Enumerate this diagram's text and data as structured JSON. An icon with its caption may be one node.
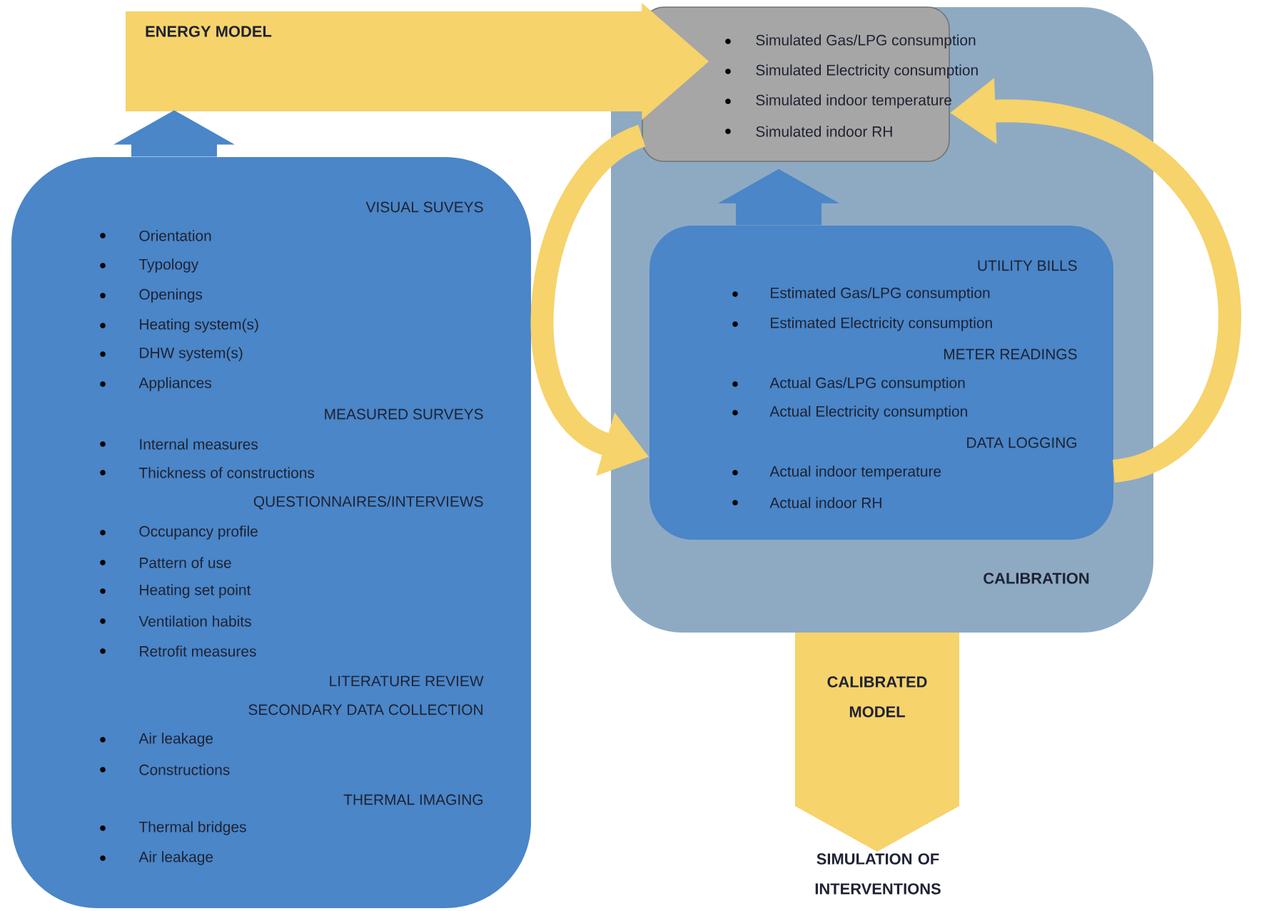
{
  "diagram": {
    "nodes": [
      {
        "text": [
          "ENERGY MODEL"
        ]
      },
      {
        "text": [
          "VISUAL SUVEYS",
          "Orientation",
          "Typology",
          "Openings",
          "Heating system(s)",
          "DHW system(s)",
          "Appliances",
          "MEASURED SURVEYS",
          "Internal measures",
          "Thickness of constructions",
          "QUESTIONNAIRES/INTERVIEWS",
          "Occupancy profile",
          "Pattern of use",
          "Heating set point",
          "Ventilation habits",
          "Retrofit measures",
          "LITERATURE REVIEW",
          "SECONDARY DATA COLLECTION",
          "Air leakage",
          "Constructions",
          "THERMAL IMAGING",
          "Thermal bridges",
          "Air leakage"
        ]
      },
      {
        "text": [
          "CALIBRATION"
        ]
      },
      {
        "text": [
          "Simulated Gas/LPG consumption",
          "Simulated Electricity consumption",
          "Simulated indoor temperature",
          "Simulated indoor RH"
        ],
        "in": 2
      },
      {
        "text": [
          "UTILITY BILLS",
          "Estimated Gas/LPG consumption",
          "Estimated Electricity consumption",
          "METER READINGS",
          "Actual Gas/LPG consumption",
          "Actual Electricity consumption",
          "DATA LOGGING",
          "Actual indoor temperature",
          "Actual indoor RH"
        ],
        "in": 2
      },
      {
        "text": [
          "CALIBRATED MODEL"
        ]
      },
      {
        "text": [
          "SIMULATION OF INTERVENTIONS"
        ]
      }
    ],
    "edges": [
      {
        "from": 0,
        "to": 3,
        "arrow": "to",
        "color": "#f6d36b"
      },
      {
        "from": 5,
        "to": 6,
        "arrow": "to",
        "color": "#f6d36b"
      },
      {
        "from": 1,
        "to": 0,
        "arrow": "to",
        "color": "#4a86c8"
      },
      {
        "from": 4,
        "to": 3,
        "arrow": "to",
        "color": "#4a86c8"
      },
      {
        "from": 3,
        "to": 4,
        "arrow": "to",
        "color": "#f6d36b"
      },
      {
        "from": 4,
        "to": 3,
        "arrow": "to",
        "color": "#f6d36b"
      }
    ]
  }
}
